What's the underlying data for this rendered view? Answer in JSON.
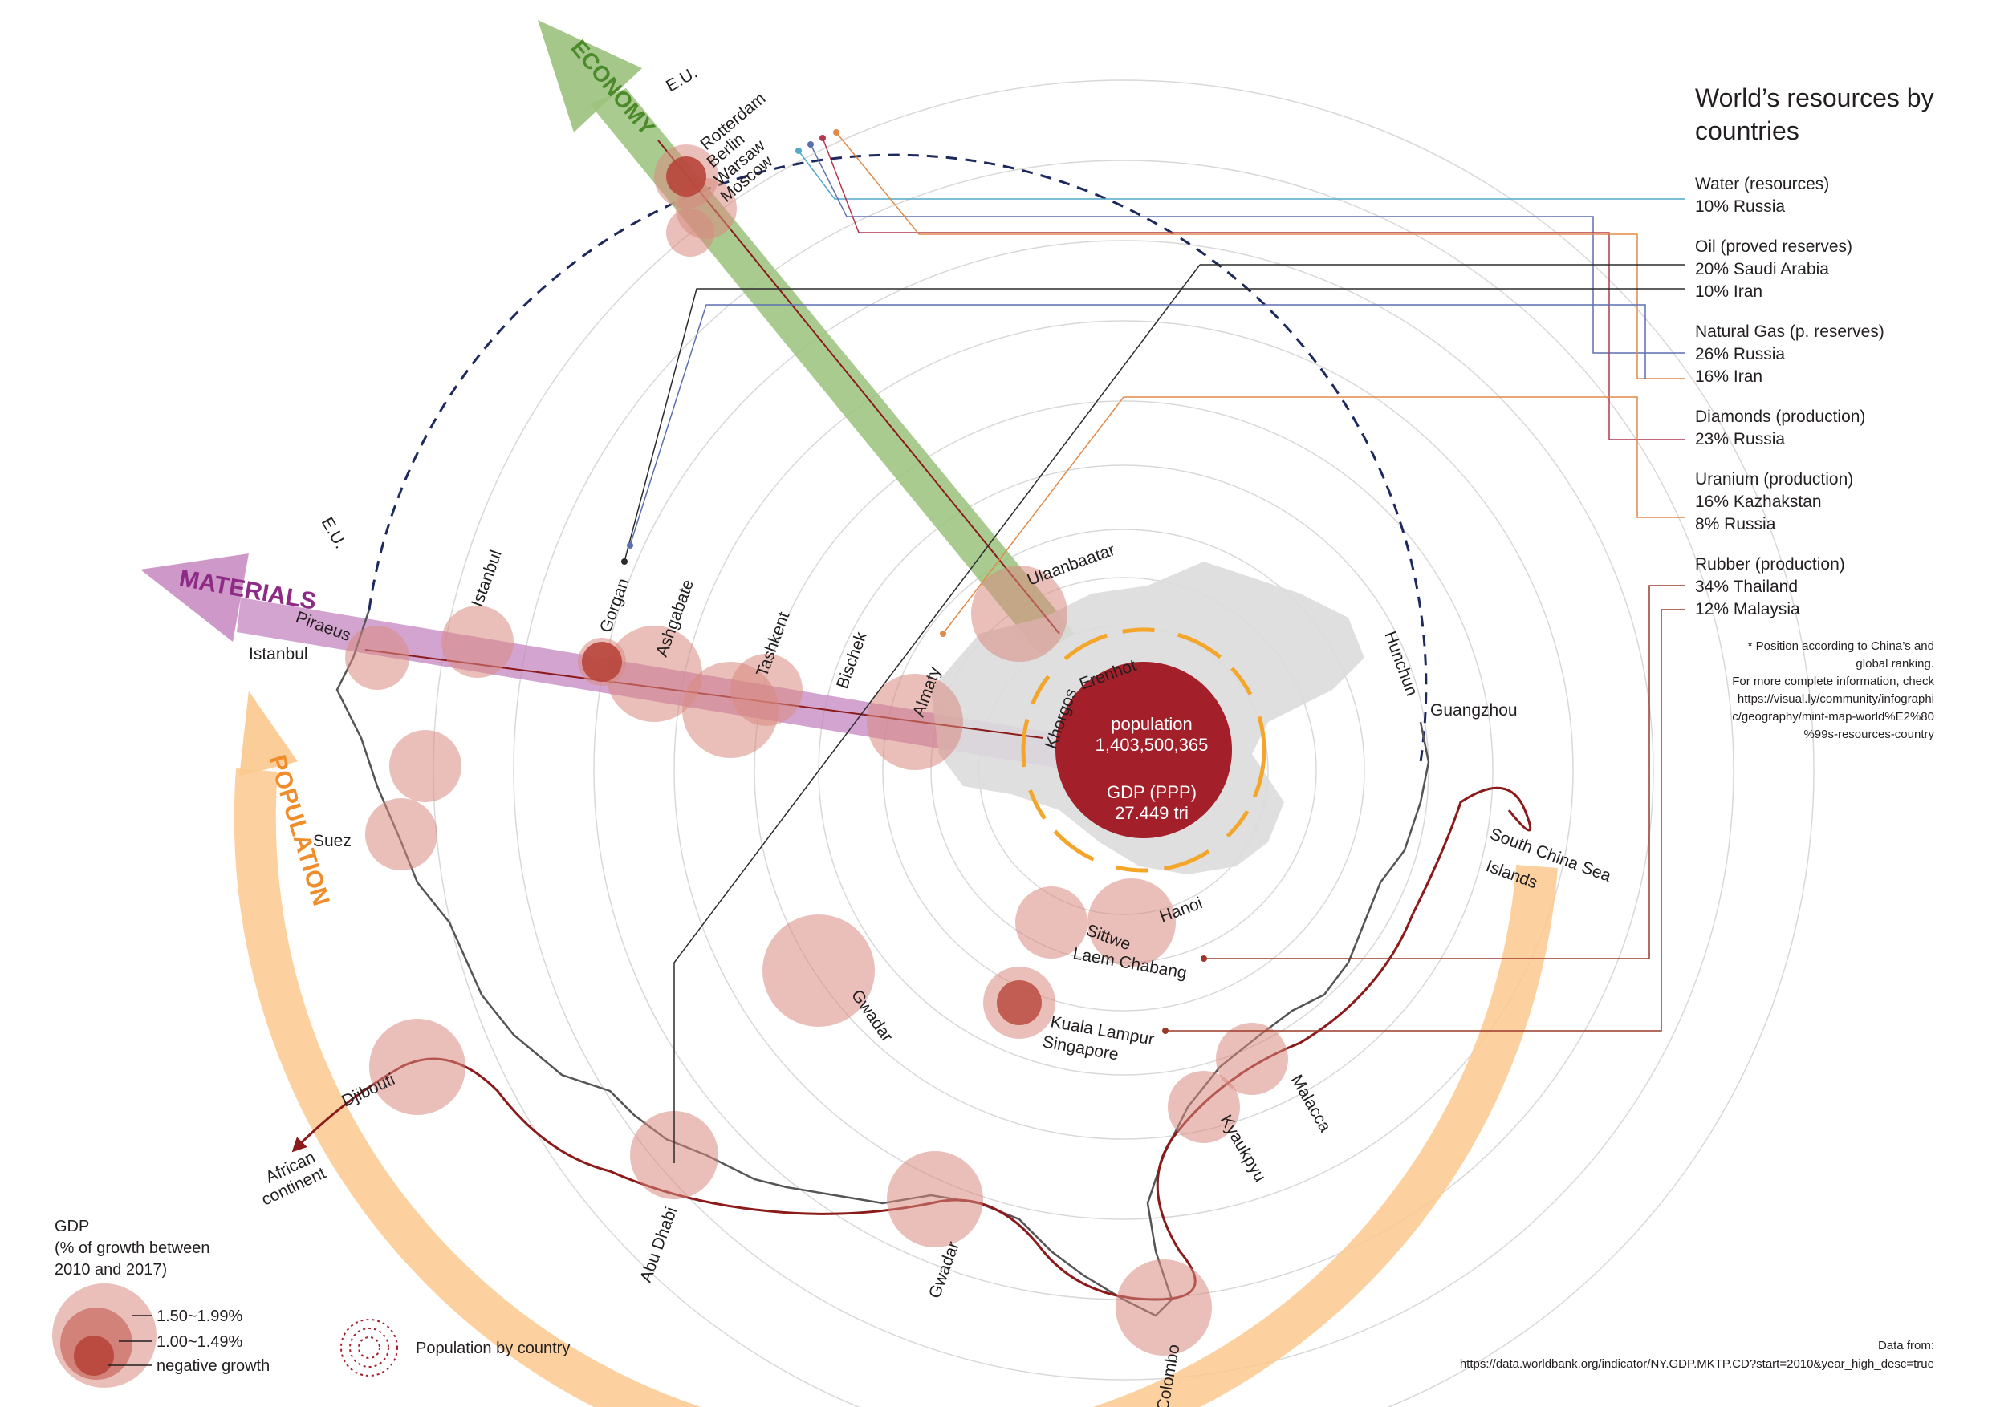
{
  "title_line1": "World’s resources by",
  "title_line2": "countries",
  "resources": [
    {
      "category": "Water (resources)",
      "items": [
        "10% Russia"
      ]
    },
    {
      "category": "Oil (proved reserves)",
      "items": [
        "20% Saudi Arabia",
        "10% Iran"
      ]
    },
    {
      "category": "Natural Gas (p. reserves)",
      "items": [
        "26% Russia",
        "16% Iran"
      ]
    },
    {
      "category": "Diamonds (production)",
      "items": [
        "23% Russia"
      ]
    },
    {
      "category": "Uranium (production)",
      "items": [
        "16% Kazhakstan",
        "8% Russia"
      ]
    },
    {
      "category": "Rubber (production)",
      "items": [
        "34% Thailand",
        "12% Malaysia"
      ]
    }
  ],
  "note": [
    "* Position according to China’s  and",
    "global ranking.",
    "For more complete information, check",
    "https://visual.ly/community/infographi",
    "c/geography/mint-map-world%E2%80",
    "%99s-resources-country"
  ],
  "china": {
    "pop_label": "population",
    "pop_value": "1,403,500,365",
    "gdp_label": "GDP (PPP)",
    "gdp_value": "27.449 tri"
  },
  "arrows": {
    "economy": "ECONOMY",
    "materials": "MATERIALS",
    "population": "POPULATION"
  },
  "places": {
    "eu_top": "E.U.",
    "rotterdam": "Rotterdam",
    "berlin": "Berlin",
    "warsaw": "Warsaw",
    "moscow": "Moscow",
    "eu_left": "E.U.",
    "piraeus": "Piraeus",
    "istanbul_left": "Istanbul",
    "istanbul_top": "Istanbul",
    "gorgan": "Gorgan",
    "ashgabate": "Ashgabate",
    "tashkent": "Tashkent",
    "bischek": "Bischek",
    "almaty": "Almaty",
    "khorgos": "Khorgos",
    "erenhot": "Erenhot",
    "ulaanbaatar": "Ulaanbaatar",
    "hunchun": "Hunchun",
    "guangzhou": "Guangzhou",
    "scs": "South China Sea",
    "islands": "Islands",
    "hanoi": "Hanoi",
    "sittwe": "Sittwe",
    "laem": "Laem Chabang",
    "kuala": "Kuala Lampur",
    "singapore": "Singapore",
    "gwadar_mid": "Gwadar",
    "suez": "Suez",
    "djibouti": "Djibouti",
    "african1": "African",
    "african2": "continent",
    "abudhabi": "Abu Dhabi",
    "gwadar_bottom": "Gwadar",
    "colombo": "Colombo",
    "kyaukpyu": "Kyaukpyu",
    "malacca": "Malacca"
  },
  "legend": {
    "gdp_title": "GDP",
    "gdp_sub1": "(% of growth between",
    "gdp_sub2": "2010 and 2017)",
    "t1": "1.50~1.99%",
    "t2": "1.00~1.49%",
    "t3": "negative growth",
    "pop": "Population by country"
  },
  "source_label": "Data from:",
  "source_url": "https://data.worldbank.org/indicator/NY.GDP.MKTP.CD?start=2010&year_high_desc=true",
  "colors": {
    "circle": "#d98a80",
    "china": "#a31f2a",
    "route": "#8b1a1a",
    "economy": "#9bc27d",
    "economy_text": "#4a8a2a",
    "materials": "#c586c0",
    "materials_text": "#8e2b87",
    "population": "#fbc98e",
    "population_text": "#f08c2a",
    "water": "#52a9c9",
    "oil": "#2b2b2b",
    "gas": "#5b6fb0",
    "diamonds": "#b1384f",
    "uranium": "#e08a4a",
    "rubber": "#9c3a2a"
  }
}
